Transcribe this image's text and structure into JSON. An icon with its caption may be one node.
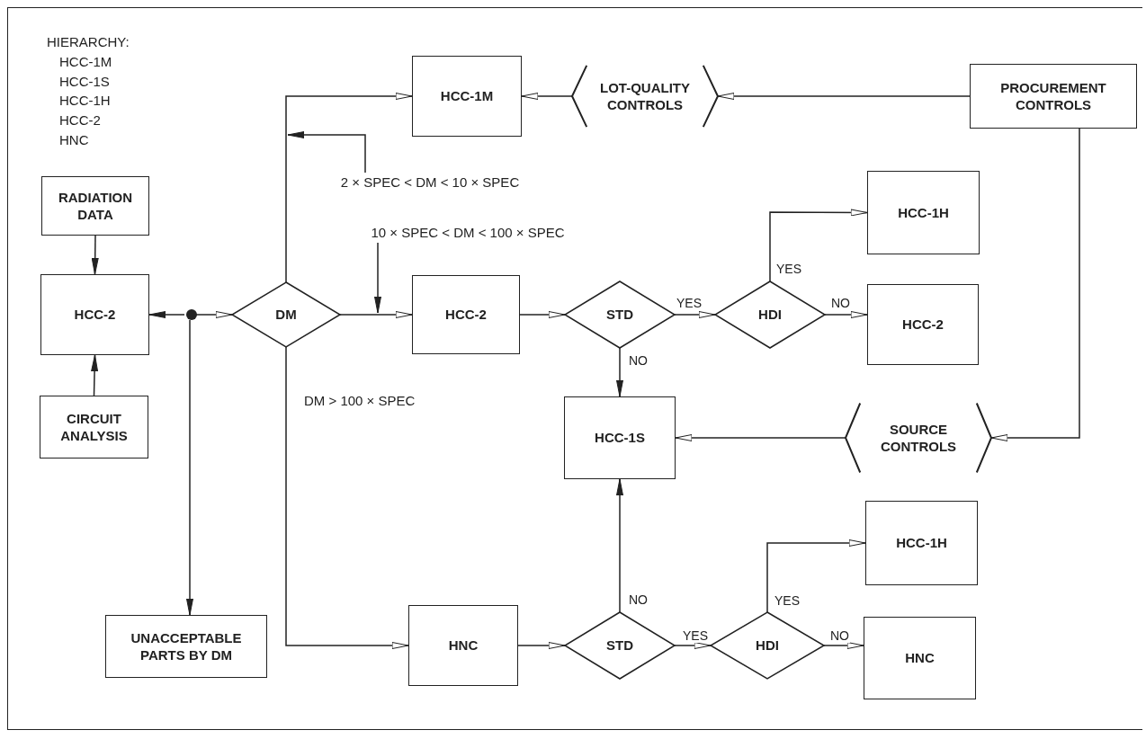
{
  "diagram": {
    "nodes": [
      {
        "text": [
          "HCC-1M"
        ]
      },
      {
        "text": [
          "LOT-QUALITY CONTROLS"
        ]
      },
      {
        "text": [
          "PROCUREMENT CONTROLS"
        ]
      },
      {
        "text": [
          "RADIATION DATA"
        ]
      },
      {
        "text": [
          "HCC-1H"
        ]
      },
      {
        "text": [
          "HCC-2"
        ]
      },
      {
        "text": [],
        "shape": "circle"
      },
      {
        "text": [
          "DM"
        ]
      },
      {
        "text": [
          "HCC-2"
        ]
      },
      {
        "text": [
          "STD"
        ]
      },
      {
        "text": [
          "HDI"
        ]
      },
      {
        "text": [
          "HCC-2"
        ]
      },
      {
        "text": [
          "HCC-1S"
        ]
      },
      {
        "text": [
          "SOURCE CONTROLS"
        ]
      },
      {
        "text": [
          "CIRCUIT ANALYSIS"
        ]
      },
      {
        "text": [
          "HCC-1H"
        ]
      },
      {
        "text": [
          "UNACCEPTABLE PARTS BY DM"
        ]
      },
      {
        "text": [
          "HNC"
        ]
      },
      {
        "text": [
          "STD"
        ]
      },
      {
        "text": [
          "HDI"
        ]
      },
      {
        "text": [
          "HNC"
        ]
      },
      {
        "text": [
          "2 × SPEC < DM < 10 × SPEC"
        ]
      },
      {
        "text": [
          "10 × SPEC < DM < 100 × SPEC"
        ]
      }
    ],
    "edges": [
      {
        "from": 7,
        "to": 0,
        "arrow": "to"
      },
      {
        "from": 1,
        "to": 0,
        "arrow": "to"
      },
      {
        "from": 2,
        "to": 1,
        "arrow": "to"
      },
      {
        "from": 3,
        "to": 5,
        "arrow": "to"
      },
      {
        "from": 14,
        "to": 5,
        "arrow": "to"
      },
      {
        "from": 6,
        "to": 5,
        "arrow": "to"
      },
      {
        "from": 6,
        "to": 7,
        "arrow": "to"
      },
      {
        "from": 6,
        "to": 16,
        "arrow": "to"
      },
      {
        "from": 7,
        "to": 8,
        "arrow": "to"
      },
      {
        "from": 8,
        "to": 9,
        "arrow": "to"
      },
      {
        "from": 9,
        "to": 10,
        "arrow": "to",
        "label": "YES"
      },
      {
        "from": 10,
        "to": 4,
        "arrow": "to",
        "label": "YES"
      },
      {
        "from": 10,
        "to": 11,
        "arrow": "to",
        "label": "NO"
      },
      {
        "from": 9,
        "to": 12,
        "arrow": "to",
        "label": "NO"
      },
      {
        "from": 2,
        "to": 13,
        "arrow": "to"
      },
      {
        "from": 13,
        "to": 12,
        "arrow": "to"
      },
      {
        "from": 7,
        "to": 17,
        "arrow": "to"
      },
      {
        "from": 17,
        "to": 18,
        "arrow": "to"
      },
      {
        "from": 18,
        "to": 12,
        "arrow": "to",
        "label": "NO"
      },
      {
        "from": 18,
        "to": 19,
        "arrow": "to",
        "label": "YES"
      },
      {
        "from": 19,
        "to": 15,
        "arrow": "to",
        "label": "YES"
      },
      {
        "from": 19,
        "to": 20,
        "arrow": "to",
        "label": "NO"
      },
      {
        "from": 21,
        "to": null,
        "arrow": "to"
      },
      {
        "from": 22,
        "to": null,
        "arrow": "to"
      }
    ],
    "labels": [
      "HIERARCHY:",
      "HCC-1M",
      "HCC-1S",
      "HCC-1H",
      "HCC-2",
      "HNC",
      "DM > 100 × SPEC"
    ]
  }
}
